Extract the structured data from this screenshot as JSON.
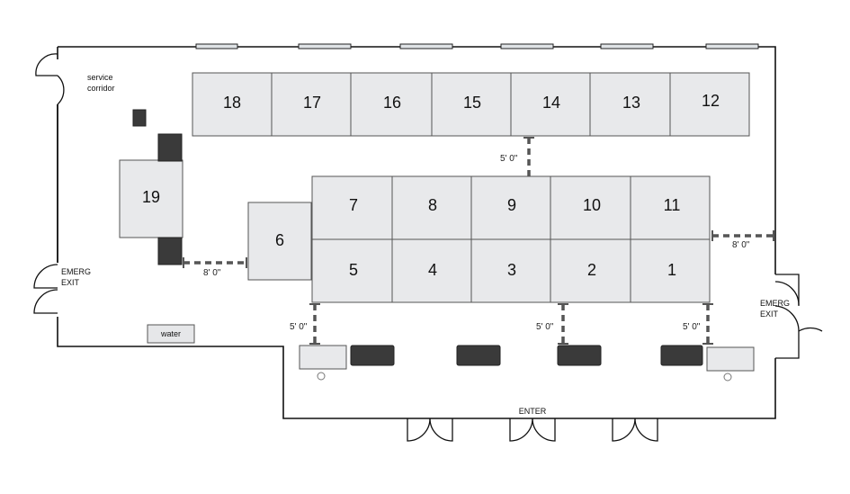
{
  "booths": [
    {
      "id": "b18",
      "label": "18"
    },
    {
      "id": "b17",
      "label": "17"
    },
    {
      "id": "b16",
      "label": "16"
    },
    {
      "id": "b15",
      "label": "15"
    },
    {
      "id": "b14",
      "label": "14"
    },
    {
      "id": "b13",
      "label": "13"
    },
    {
      "id": "b12",
      "label": "12"
    },
    {
      "id": "b7",
      "label": "7"
    },
    {
      "id": "b8",
      "label": "8"
    },
    {
      "id": "b9",
      "label": "9"
    },
    {
      "id": "b10",
      "label": "10"
    },
    {
      "id": "b11",
      "label": "11"
    },
    {
      "id": "b5",
      "label": "5"
    },
    {
      "id": "b4",
      "label": "4"
    },
    {
      "id": "b3",
      "label": "3"
    },
    {
      "id": "b2",
      "label": "2"
    },
    {
      "id": "b1",
      "label": "1"
    },
    {
      "id": "b6",
      "label": "6"
    },
    {
      "id": "b19",
      "label": "19"
    }
  ],
  "labels": {
    "service_1": "service",
    "service_2": "corridor",
    "emerg_left_1": "EMERG",
    "emerg_left_2": "EXIT",
    "emerg_right_1": "EMERG",
    "emerg_right_2": "EXIT",
    "water": "water",
    "enter": "ENTER"
  },
  "measurements": {
    "m_top_mid": "5' 0\"",
    "m_left_gap": "8' 0\"",
    "m_right_gap": "8' 0\"",
    "m_bottom_left": "5' 0\"",
    "m_bottom_mid": "5' 0\"",
    "m_bottom_right": "5' 0\""
  }
}
